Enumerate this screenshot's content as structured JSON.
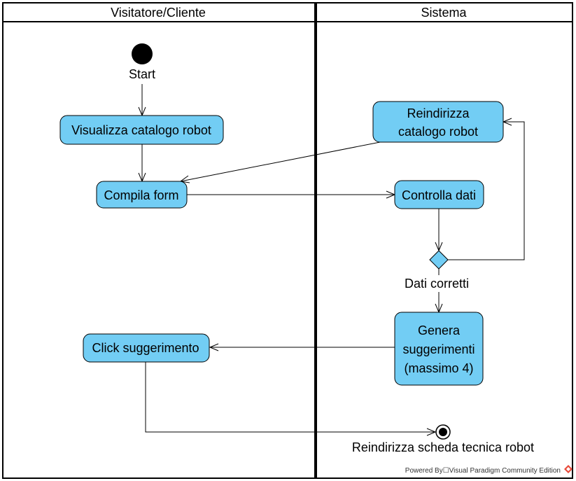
{
  "lanes": {
    "left_title": "Visitatore/Cliente",
    "right_title": "Sistema"
  },
  "nodes": {
    "start_label": "Start",
    "visualizza": "Visualizza catalogo robot",
    "compila": "Compila form",
    "reindirizza_line1": "Reindirizza",
    "reindirizza_line2": "catalogo robot",
    "controlla": "Controlla dati",
    "decision_label": "Dati corretti",
    "genera_line1": "Genera",
    "genera_line2": "suggerimenti",
    "genera_line3": "(massimo 4)",
    "click": "Click suggerimento",
    "end_label": "Reindirizza scheda tecnica robot"
  },
  "footer": {
    "watermark": "Powered By☐Visual Paradigm Community Edition"
  },
  "colors": {
    "action_fill": "#72cdf4",
    "lines": "#000000",
    "watermark_logo": "#e84a3a"
  }
}
